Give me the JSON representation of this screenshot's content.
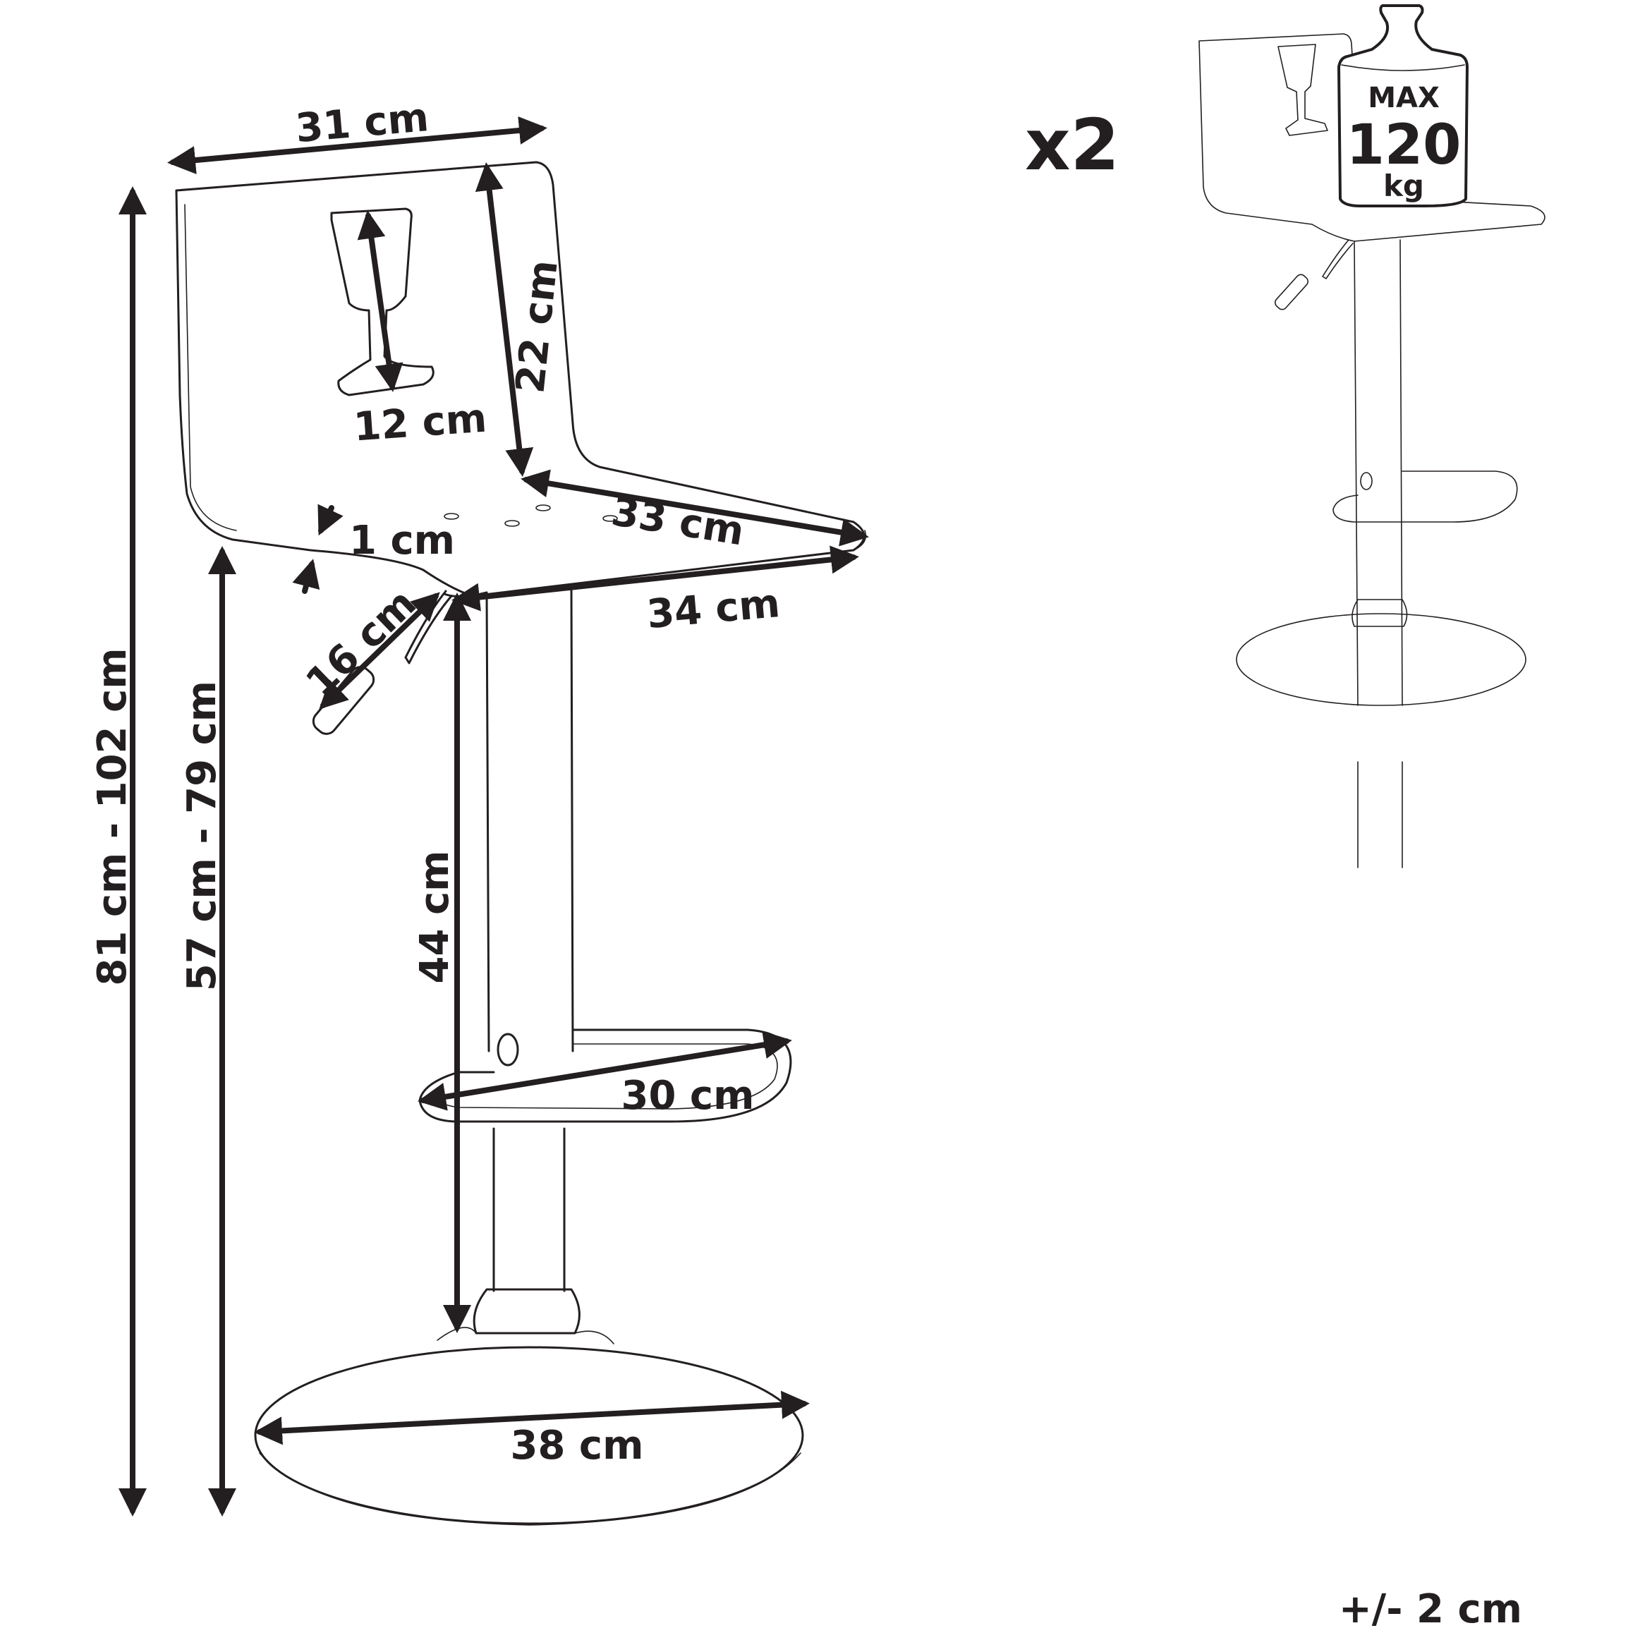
{
  "dimensions": {
    "backrest_width": "31 cm",
    "backrest_height": "22 cm",
    "handle_height": "12 cm",
    "seat_thickness": "1 cm",
    "seat_depth": "33 cm",
    "seat_width": "34 cm",
    "lever_length": "16 cm",
    "total_height": "81 cm - 102 cm",
    "seat_height": "57 cm - 79 cm",
    "footrest_height": "44 cm",
    "footrest_width": "30 cm",
    "base_diameter": "38 cm"
  },
  "quantity": "x2",
  "max_load": {
    "label": "MAX",
    "value": "120",
    "unit": "kg"
  },
  "tolerance": "+/- 2 cm"
}
